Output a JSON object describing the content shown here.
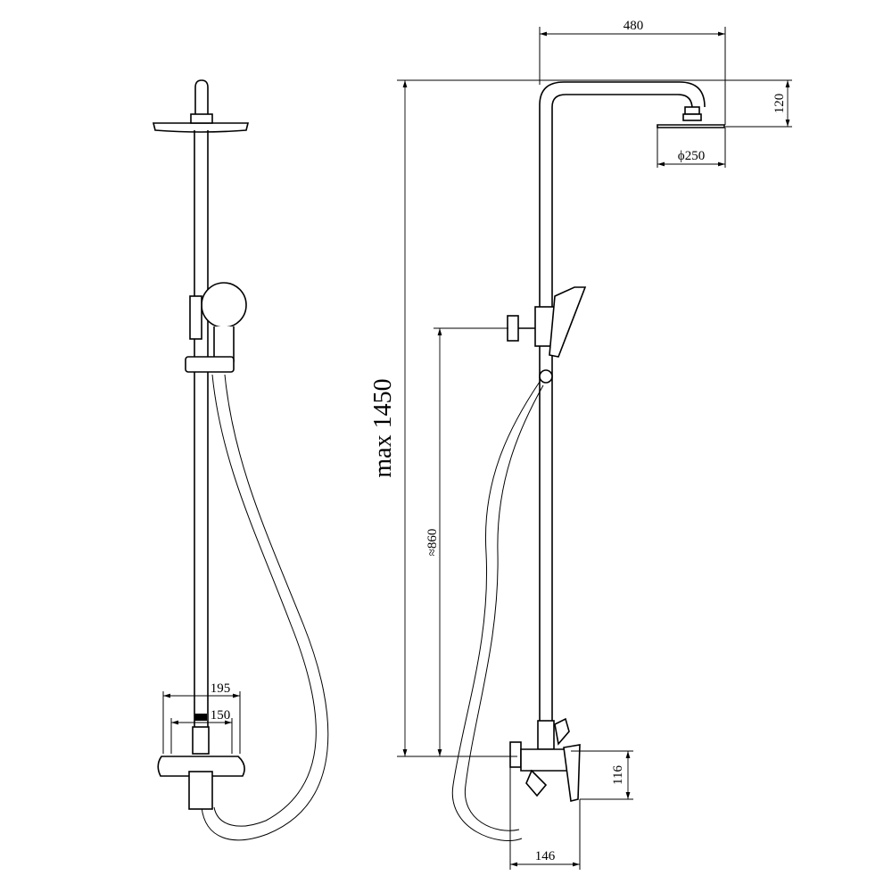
{
  "dimensions": {
    "width_480": "480",
    "height_120": "120",
    "head_diameter": "ϕ250",
    "max_height": "max 1450",
    "slide_height": "≈860",
    "spout_height": "116",
    "spout_depth": "146",
    "mixer_width": "195",
    "mixer_spacing": "150"
  }
}
